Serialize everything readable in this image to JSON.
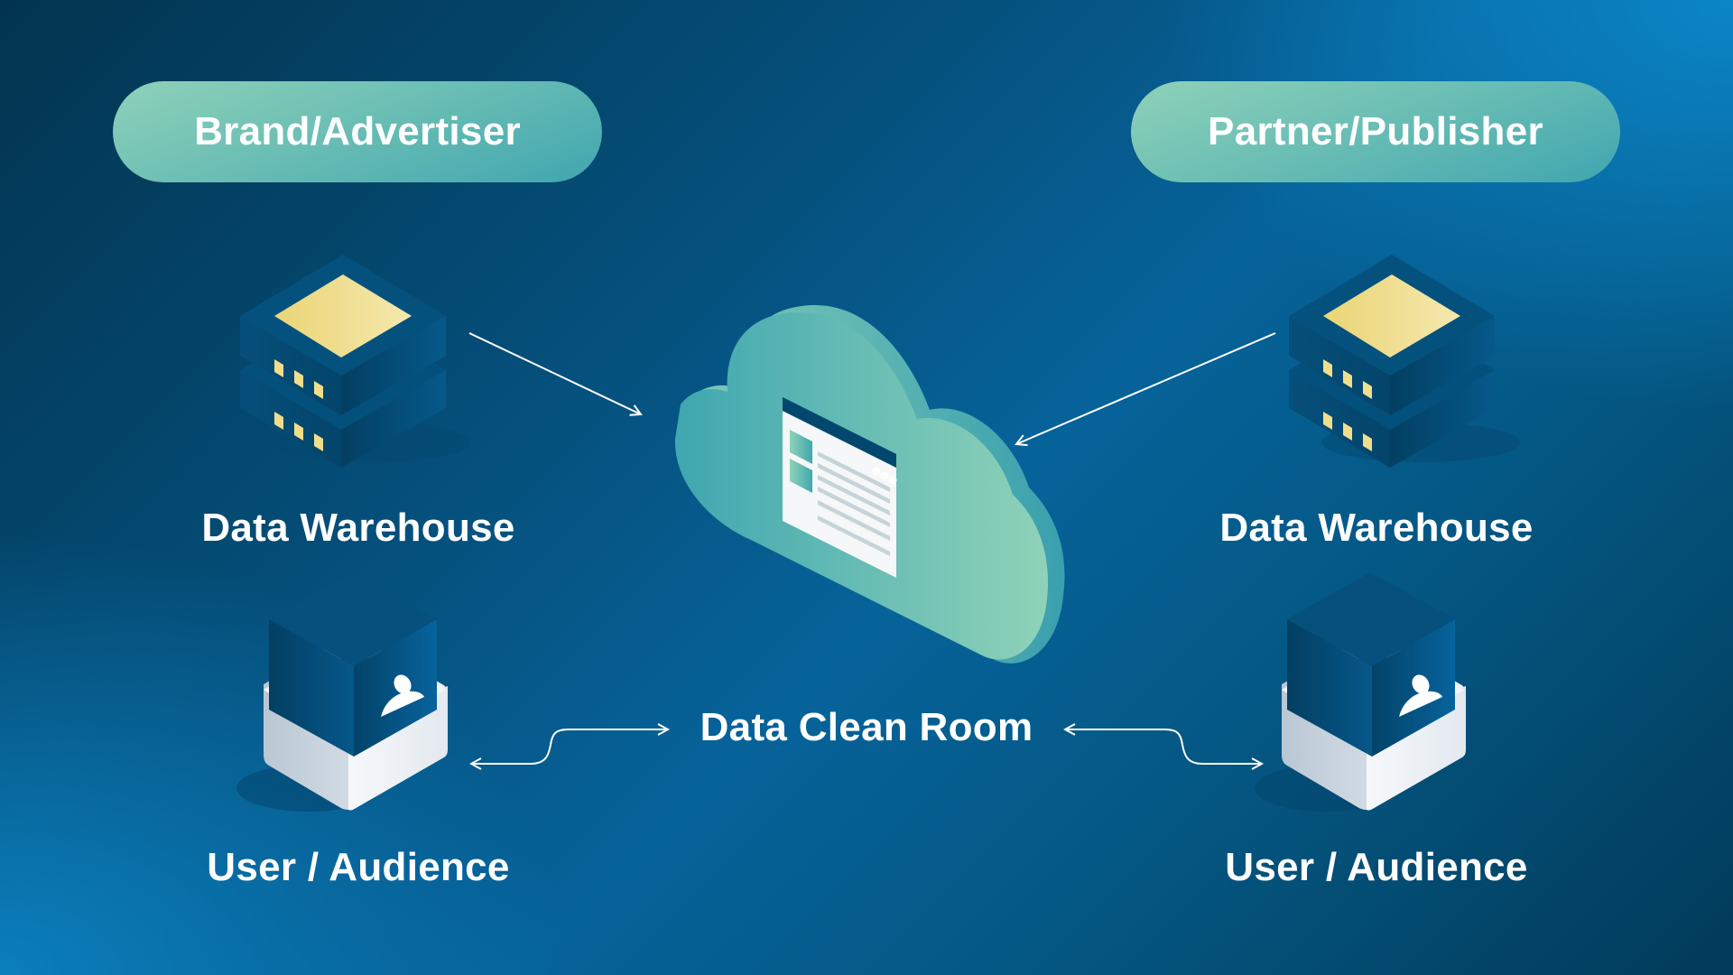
{
  "diagram": {
    "title": "Data Clean Room",
    "left_party": {
      "label": "Brand/Advertiser",
      "warehouse_label": "Data Warehouse",
      "audience_label": "User / Audience"
    },
    "right_party": {
      "label": "Partner/Publisher",
      "warehouse_label": "Data Warehouse",
      "audience_label": "User / Audience"
    },
    "center": {
      "label": "Data Clean Room",
      "icon": "cloud-with-browser-window-icon"
    },
    "icons": {
      "warehouse": "server-stack-icon",
      "audience": "user-box-icon"
    },
    "colors": {
      "background_dark": "#023a59",
      "background_light": "#0a82c4",
      "pill_start": "#8fd1b9",
      "pill_end": "#40a6b0",
      "server_top": "#f0df8e",
      "server_body": "#05507c",
      "cloud_light": "#8dd0b8",
      "cloud_dark": "#3fa7b0",
      "text": "#ffffff"
    }
  }
}
